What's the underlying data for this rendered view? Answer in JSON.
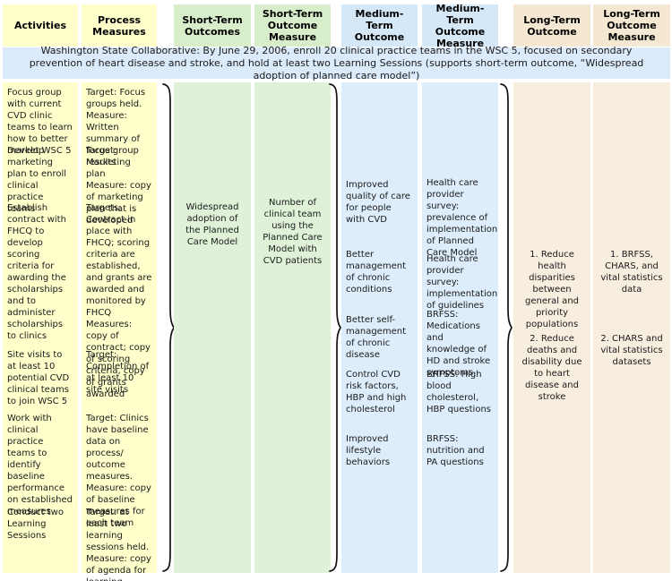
{
  "banner": {
    "text": "Washington State Collaborative: By June 29, 2006, enroll 20 clinical practice teams in the WSC 5, focused on secondary prevention of heart disease and stroke, and hold at least two Learning Sessions (supports short-term outcome, “Widespread adoption of planned care model”)"
  },
  "colors": {
    "activities_bg": "#ffffcc",
    "short_term_header_bg": "#d8eecb",
    "short_term_body_bg": "#dff2d8",
    "medium_term_header_bg": "#d5e8f8",
    "medium_term_body_bg": "#ddedfb",
    "long_term_header_bg": "#f5e8d2",
    "long_term_body_bg": "#f7eee0",
    "banner_bg": "#dcebfc",
    "text": "#1a1a1a"
  },
  "columns": [
    {
      "header": "Activities",
      "items": [
        "Focus group with current CVD clinic teams to learn how to better market WSC 5",
        "Develop marketing plan to enroll clinical practice teams",
        "Establish contract with FHCQ to develop scoring criteria for awarding the scholarships and to administer scholarships to clinics",
        "Site visits to at least 10 potential CVD clinical teams to join WSC 5",
        "Work with clinical practice teams to identify baseline performance on established measures",
        "Conduct two Learning Sessions"
      ]
    },
    {
      "header": "Process Measures",
      "items": [
        "Target: Focus groups held.\nMeasure: Written summary of focus group results",
        "Target: Marketing plan\nMeasure: copy of marketing plan that is developed",
        "Targets: Contract in place with FHCQ; scoring criteria are established, and grants are awarded and monitored by FHCQ\nMeasures: copy of contract; copy of scoring criteria, copy of grants awarded",
        "Target: Completion of at least 10 site visits",
        "Target: Clinics have baseline data on process/ outcome measures.\nMeasure: copy of baseline measures for each team",
        "Target: at least two learning sessions held.\nMeasure: copy of agenda for learning session"
      ]
    },
    {
      "header": "Short-Term Outcomes",
      "items": [
        "Widespread adoption of the Planned Care Model"
      ]
    },
    {
      "header": "Short-Term Outcome Measure",
      "items": [
        "Number of clinical team using the Planned Care Model with CVD patients"
      ]
    },
    {
      "header": "Medium-Term Outcome",
      "items": [
        "Improved quality of care for people with CVD",
        "Better management of chronic conditions",
        "Better self-management of chronic disease",
        "Control CVD risk factors, HBP and high cholesterol",
        "Improved lifestyle behaviors"
      ]
    },
    {
      "header": "Medium-Term Outcome Measure",
      "items": [
        "Health care provider survey: prevalence of implementation of Planned Care Model",
        "Health care provider survey: implementation of guidelines",
        "BRFSS: Medications and knowledge of HD and stroke symptoms",
        "BRFSS: High blood cholesterol, HBP questions",
        "BRFSS: nutrition and PA questions"
      ]
    },
    {
      "header": "Long-Term Outcome",
      "items": [
        "1. Reduce health disparities between general and priority populations",
        "2. Reduce deaths and disability due to heart disease and stroke"
      ]
    },
    {
      "header": "Long-Term Outcome Measure",
      "items": [
        "1. BRFSS, CHARS, and vital statistics data",
        "2. CHARS and vital statistics datasets"
      ]
    }
  ]
}
